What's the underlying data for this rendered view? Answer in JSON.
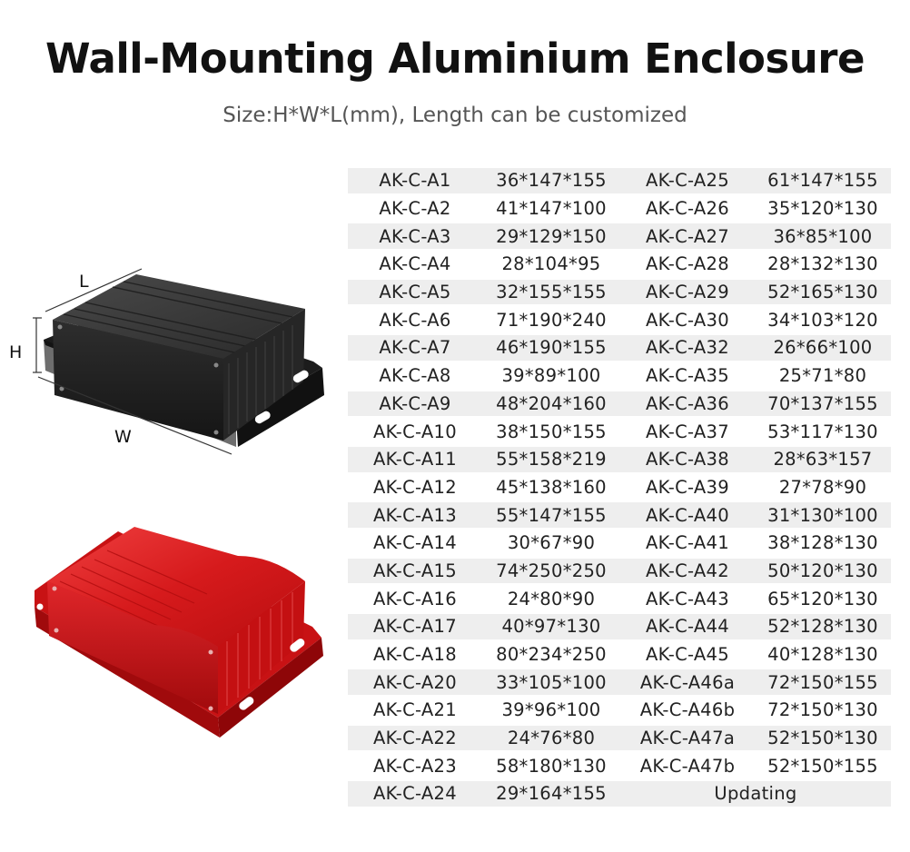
{
  "title": "Wall-Mounting Aluminium Enclosure",
  "subtitle": "Size:H*W*L(mm), Length can be customized",
  "dimension_labels": {
    "length": "L",
    "height": "H",
    "width": "W"
  },
  "colors": {
    "black_enclosure": "#222222",
    "red_enclosure": "#d81416",
    "row_shade": "#eeeeee"
  },
  "rows": [
    [
      "AK-C-A1",
      "36*147*155",
      "AK-C-A25",
      "61*147*155"
    ],
    [
      "AK-C-A2",
      "41*147*100",
      "AK-C-A26",
      "35*120*130"
    ],
    [
      "AK-C-A3",
      "29*129*150",
      "AK-C-A27",
      "36*85*100"
    ],
    [
      "AK-C-A4",
      "28*104*95",
      "AK-C-A28",
      "28*132*130"
    ],
    [
      "AK-C-A5",
      "32*155*155",
      "AK-C-A29",
      "52*165*130"
    ],
    [
      "AK-C-A6",
      "71*190*240",
      "AK-C-A30",
      "34*103*120"
    ],
    [
      "AK-C-A7",
      "46*190*155",
      "AK-C-A32",
      "26*66*100"
    ],
    [
      "AK-C-A8",
      "39*89*100",
      "AK-C-A35",
      "25*71*80"
    ],
    [
      "AK-C-A9",
      "48*204*160",
      "AK-C-A36",
      "70*137*155"
    ],
    [
      "AK-C-A10",
      "38*150*155",
      "AK-C-A37",
      "53*117*130"
    ],
    [
      "AK-C-A11",
      "55*158*219",
      "AK-C-A38",
      "28*63*157"
    ],
    [
      "AK-C-A12",
      "45*138*160",
      "AK-C-A39",
      "27*78*90"
    ],
    [
      "AK-C-A13",
      "55*147*155",
      "AK-C-A40",
      "31*130*100"
    ],
    [
      "AK-C-A14",
      "30*67*90",
      "AK-C-A41",
      "38*128*130"
    ],
    [
      "AK-C-A15",
      "74*250*250",
      "AK-C-A42",
      "50*120*130"
    ],
    [
      "AK-C-A16",
      "24*80*90",
      "AK-C-A43",
      "65*120*130"
    ],
    [
      "AK-C-A17",
      "40*97*130",
      "AK-C-A44",
      "52*128*130"
    ],
    [
      "AK-C-A18",
      "80*234*250",
      "AK-C-A45",
      "40*128*130"
    ],
    [
      "AK-C-A20",
      "33*105*100",
      "AK-C-A46a",
      "72*150*155"
    ],
    [
      "AK-C-A21",
      "39*96*100",
      "AK-C-A46b",
      "72*150*130"
    ],
    [
      "AK-C-A22",
      "24*76*80",
      "AK-C-A47a",
      "52*150*130"
    ],
    [
      "AK-C-A23",
      "58*180*130",
      "AK-C-A47b",
      "52*150*155"
    ],
    [
      "AK-C-A24",
      "29*164*155",
      "Updating"
    ]
  ]
}
